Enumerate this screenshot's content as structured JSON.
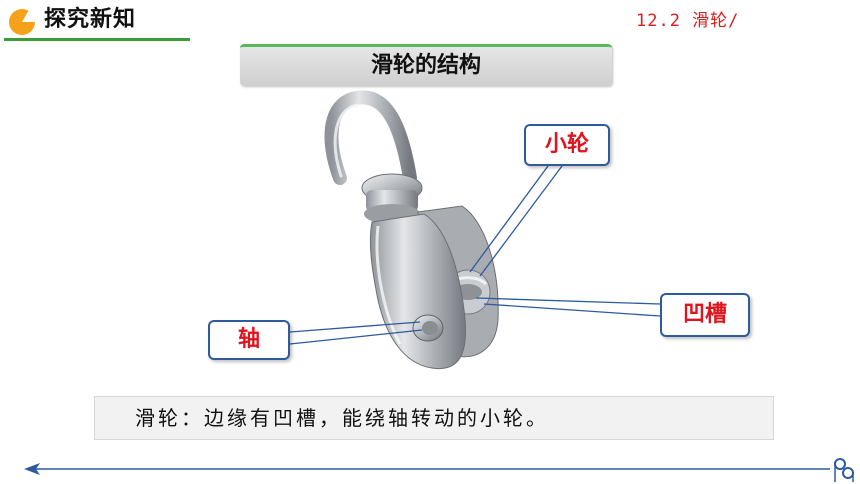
{
  "header": {
    "title": "探究新知",
    "lesson_label": "12.2 滑轮/"
  },
  "section": {
    "title": "滑轮的结构"
  },
  "labels": {
    "small_wheel": "小轮",
    "groove": "凹槽",
    "axle": "轴"
  },
  "definition": {
    "text": "滑轮：边缘有凹槽，能绕轴转动的小轮。"
  },
  "colors": {
    "accent_green": "#3a9b3a",
    "label_red": "#e0141e",
    "callout_border": "#2e5a9e",
    "logo_orange": "#f5a21b"
  },
  "icons": {
    "logo": "pie-chart-icon",
    "nav": "pulley-icon"
  }
}
